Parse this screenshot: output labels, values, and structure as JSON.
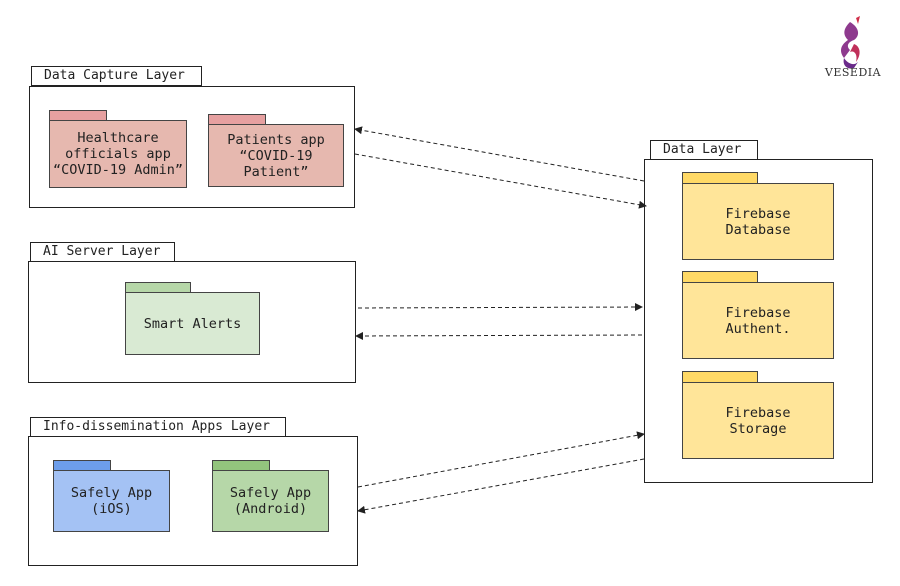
{
  "logo": {
    "text": "VESEDIA"
  },
  "data_capture_layer": {
    "title": "Data Capture Layer",
    "folders": [
      {
        "label": "Healthcare\nofficials app\n“COVID-19 Admin”"
      },
      {
        "label": "Patients app\n“COVID-19\nPatient”"
      }
    ]
  },
  "ai_server_layer": {
    "title": "AI Server Layer",
    "folders": [
      {
        "label": "Smart Alerts"
      }
    ]
  },
  "info_layer": {
    "title": "Info-dissemination Apps Layer",
    "folders": [
      {
        "label": "Safely App\n(iOS)"
      },
      {
        "label": "Safely App\n(Android)"
      }
    ]
  },
  "data_layer": {
    "title": "Data Layer",
    "folders": [
      {
        "label": "Firebase\nDatabase"
      },
      {
        "label": "Firebase\nAuthent."
      },
      {
        "label": "Firebase\nStorage"
      }
    ]
  },
  "colors": {
    "capture_folder": "#e6b8af",
    "ai_folder": "#d9ead3",
    "data_folder": "#ffe599",
    "ios_folder": "#a4c2f4",
    "android_folder": "#b6d7a8"
  }
}
